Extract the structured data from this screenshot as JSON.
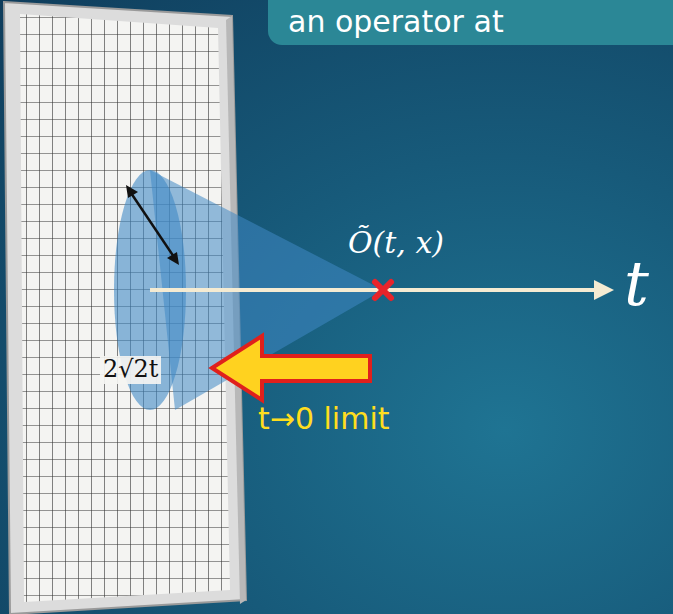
{
  "diagram": {
    "nodes": [
      {
        "text": [
          "an operator at"
        ]
      }
    ],
    "labels": [
      "Õ(t, x)",
      "t",
      "2√2t",
      "t→0 limit"
    ]
  }
}
